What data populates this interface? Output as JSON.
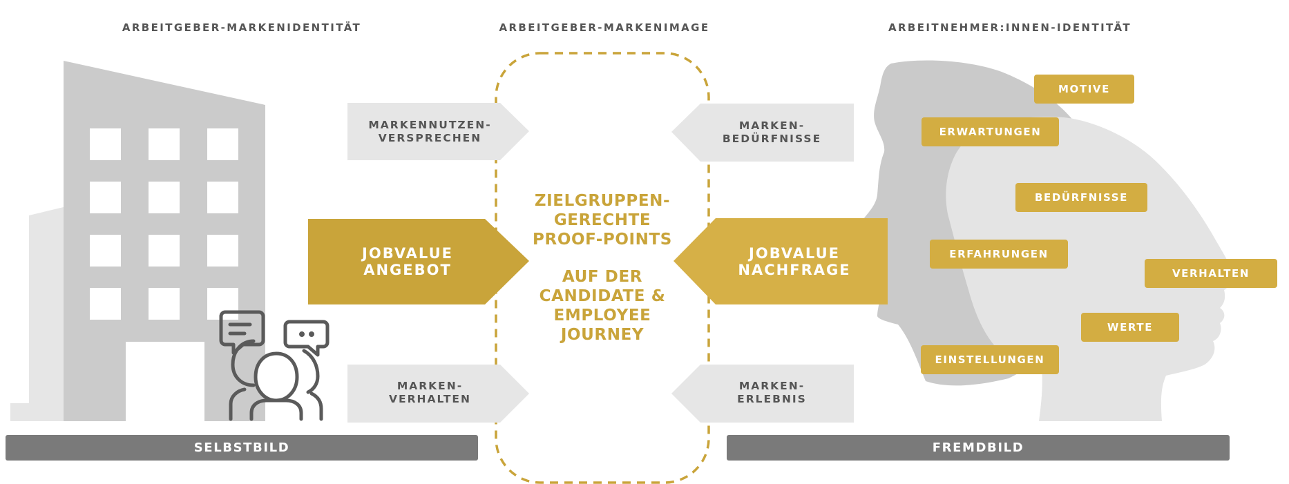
{
  "headings": {
    "identity": "ARBEITGEBER-MARKENIDENTITÄT",
    "image": "ARBEITGEBER-MARKENIMAGE",
    "employee": "ARBEITNEHMER:INNEN-IDENTITÄT"
  },
  "left_arrows": {
    "top": [
      "MARKENNUTZEN-",
      "VERSPRECHEN"
    ],
    "main": [
      "JOBVALUE",
      "ANGEBOT"
    ],
    "bottom": [
      "MARKEN-",
      "VERHALTEN"
    ]
  },
  "right_arrows": {
    "top": [
      "MARKEN-",
      "BEDÜRFNISSE"
    ],
    "main": [
      "JOBVALUE",
      "NACHFRAGE"
    ],
    "bottom": [
      "MARKEN-",
      "ERLEBNIS"
    ]
  },
  "center": {
    "block1": [
      "ZIELGRUPPEN-",
      "GERECHTE",
      "PROOF-POINTS"
    ],
    "block2": [
      "AUF DER",
      "CANDIDATE &",
      "EMPLOYEE",
      "JOURNEY"
    ]
  },
  "bars": {
    "left": "SELBSTBILD",
    "right": "FREMDBILD"
  },
  "tags": [
    "MOTIVE",
    "ERWARTUNGEN",
    "BEDÜRFNISSE",
    "ERFAHRUNGEN",
    "VERHALTEN",
    "WERTE",
    "EINSTELLUNGEN"
  ],
  "colors": {
    "gold": "#C9A43A",
    "gold_light": "#D6B047",
    "gray_bar": "#7A7A7A",
    "gray_arrow": "#E6E6E6",
    "building": "#CBCBCB",
    "building_back": "#E5E5E5",
    "head_back": "#CACACA",
    "head_front": "#E4E4E4",
    "icon": "#5A5A5A"
  }
}
